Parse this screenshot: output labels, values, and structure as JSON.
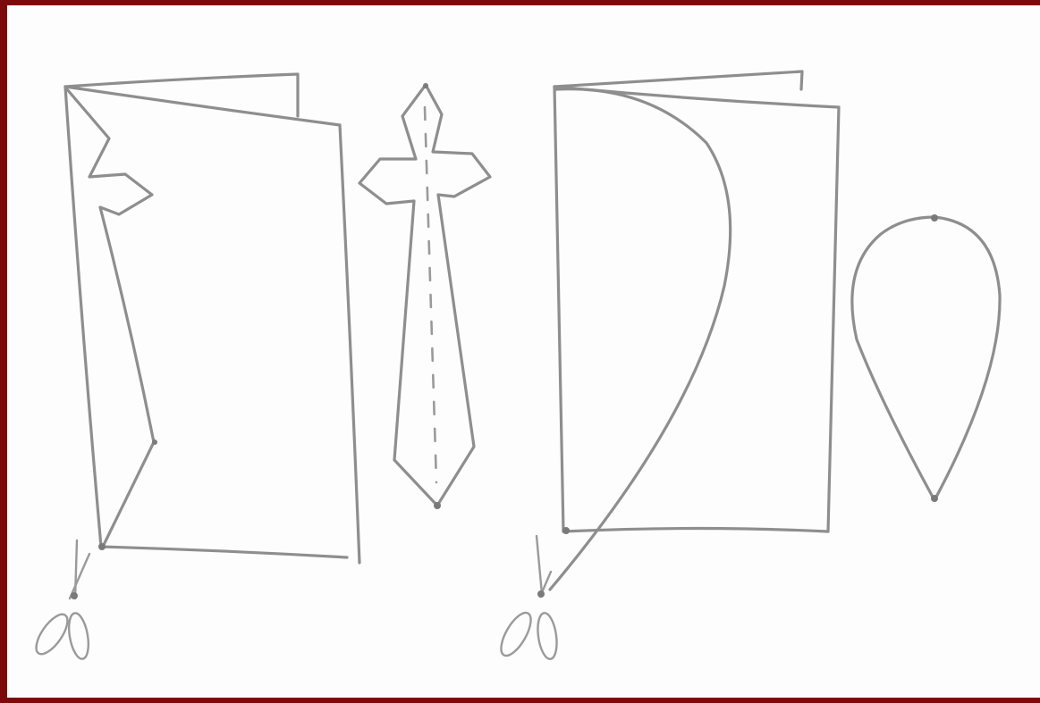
{
  "colors": {
    "frame": "#7d0a0a",
    "paper": "#fdfdfd",
    "pencil": "#8e8e8e"
  },
  "steps": [
    {
      "id": "fold-and-cut-cross",
      "shapes": [
        "folded-paper",
        "cut-line",
        "scissors-icon"
      ],
      "result": "cross-tie-shape"
    },
    {
      "id": "fold-and-cut-drop",
      "shapes": [
        "folded-paper",
        "cut-line",
        "scissors-icon"
      ],
      "result": "drop-shape"
    }
  ]
}
